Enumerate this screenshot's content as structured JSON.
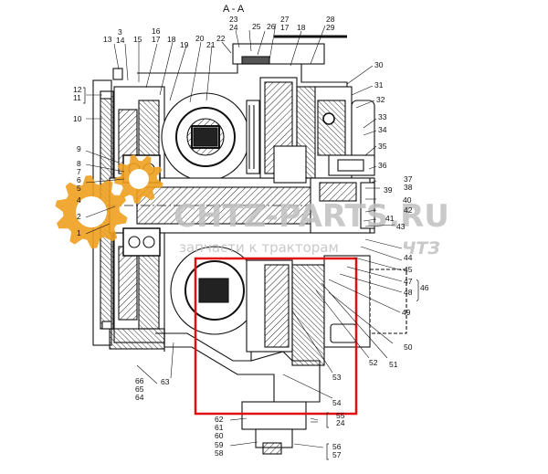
{
  "section_title": "A - A",
  "watermark": {
    "main": "CHTZ-PARTS.RU",
    "sub": "запчасти к тракторам",
    "brand": "ЧТЗ",
    "gear_color": "#f0a020"
  },
  "highlight": {
    "color": "#e01010"
  },
  "part_labels": {
    "p1": "1",
    "p2": "2",
    "p3": "3",
    "p4": "4",
    "p5": "5",
    "p6": "6",
    "p7": "7",
    "p8": "8",
    "p9": "9",
    "p10": "10",
    "p11": "11",
    "p12": "12",
    "p13": "13",
    "p14": "14",
    "p15": "15",
    "p16": "16",
    "p17": "17",
    "p18": "18",
    "p19": "19",
    "p20": "20",
    "p21": "21",
    "p22": "22",
    "p23": "23",
    "p24": "24",
    "p25": "25",
    "p26": "26",
    "p27": "27",
    "p28": "28",
    "p29": "29",
    "p30": "30",
    "p31": "31",
    "p32": "32",
    "p33": "33",
    "p34": "34",
    "p35": "35",
    "p36": "36",
    "p37": "37",
    "p38": "38",
    "p39": "39",
    "p40": "40",
    "p41": "41",
    "p42": "42",
    "p43": "43",
    "p44": "44",
    "p45": "45",
    "p46": "46",
    "p47": "47",
    "p48": "48",
    "p49": "49",
    "p50": "50",
    "p51": "51",
    "p52": "52",
    "p53": "53",
    "p54": "54",
    "p55": "55",
    "p56": "56",
    "p57": "57",
    "p58": "58",
    "p59": "59",
    "p60": "60",
    "p61": "61",
    "p62": "62",
    "p63": "63",
    "p64": "64",
    "p65": "65",
    "p66": "66"
  }
}
